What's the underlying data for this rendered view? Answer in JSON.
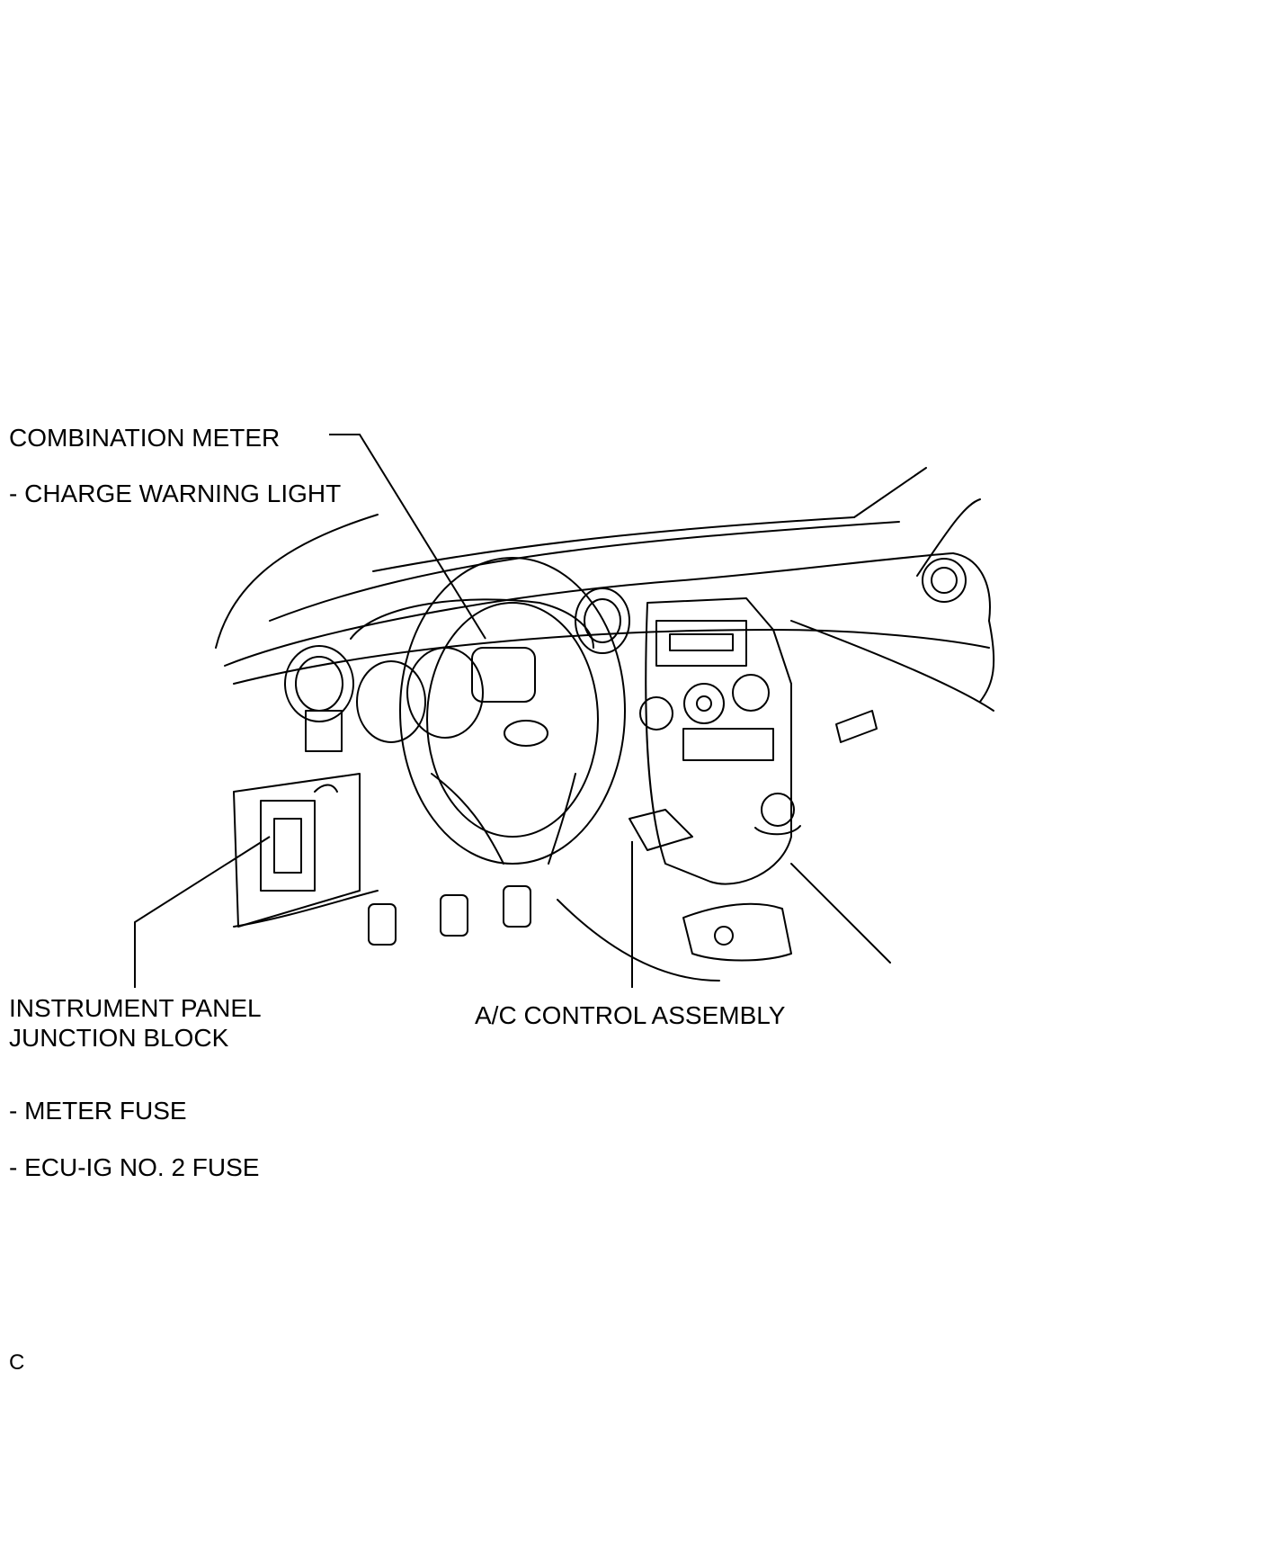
{
  "labels": {
    "combination_meter": "COMBINATION METER",
    "charge_warning_light": "- CHARGE WARNING LIGHT",
    "instrument_panel_line1": "INSTRUMENT PANEL",
    "instrument_panel_line2": "JUNCTION BLOCK",
    "ac_control_assembly": "A/C CONTROL ASSEMBLY",
    "meter_fuse": "- METER FUSE",
    "ecu_ig_fuse": "- ECU-IG NO. 2 FUSE",
    "corner_mark": "C"
  },
  "colors": {
    "line": "#000000",
    "background": "#ffffff"
  }
}
